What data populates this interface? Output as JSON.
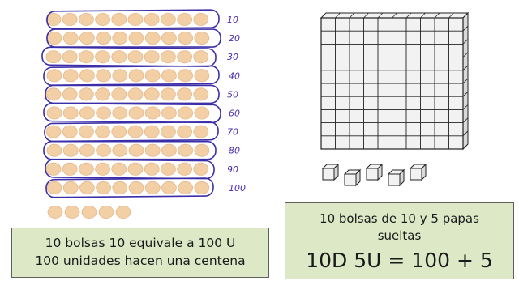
{
  "left_panel": {
    "row_count_labels": [
      "10",
      "20",
      "30",
      "40",
      "50",
      "60",
      "70",
      "80",
      "90",
      "100"
    ],
    "potatoes_per_bag": 10,
    "loose_potatoes": 5,
    "caption_line1": "10 bolsas 10 equivale a 100 U",
    "caption_line2": "100 unidades hacen una centena"
  },
  "right_panel": {
    "block_grid_columns": 10,
    "block_grid_rows": 10,
    "unit_cubes": 5,
    "caption_line1": "10 bolsas de 10 y 5 papas",
    "caption_line2": "sueltas",
    "equation": "10D 5U = 100 + 5"
  },
  "colors": {
    "potato_fill": "#f3cfa6",
    "potato_stroke": "#e2b88c",
    "bag_outline": "#3b2ea8",
    "label_ink": "#4b2bb0",
    "caption_bg": "#dce8c6",
    "block_stroke": "#222222",
    "block_front": "#f2f2f2",
    "block_side": "#d9d9d9"
  }
}
